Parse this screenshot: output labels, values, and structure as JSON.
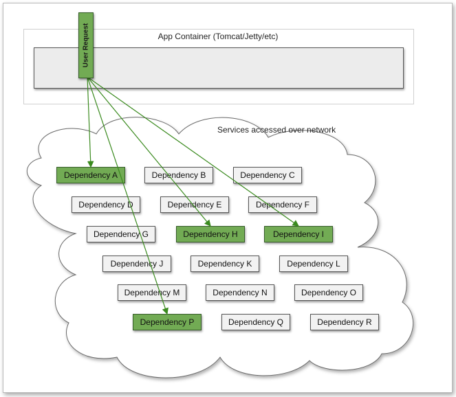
{
  "container": {
    "title": "App Container (Tomcat/Jetty/etc)"
  },
  "user_request": {
    "label": "User Request"
  },
  "services": {
    "label": "Services accessed over network"
  },
  "colors": {
    "active": "#72ab54",
    "inactive": "#f2f2f2",
    "arrow": "#3a8a1e"
  },
  "dependencies": [
    {
      "label": "Dependency A",
      "active": true
    },
    {
      "label": "Dependency B",
      "active": false
    },
    {
      "label": "Dependency C",
      "active": false
    },
    {
      "label": "Dependency D",
      "active": false
    },
    {
      "label": "Dependency E",
      "active": false
    },
    {
      "label": "Dependency F",
      "active": false
    },
    {
      "label": "Dependency G",
      "active": false
    },
    {
      "label": "Dependency H",
      "active": true
    },
    {
      "label": "Dependency I",
      "active": true
    },
    {
      "label": "Dependency J",
      "active": false
    },
    {
      "label": "Dependency K",
      "active": false
    },
    {
      "label": "Dependency L",
      "active": false
    },
    {
      "label": "Dependency M",
      "active": false
    },
    {
      "label": "Dependency N",
      "active": false
    },
    {
      "label": "Dependency O",
      "active": false
    },
    {
      "label": "Dependency P",
      "active": true
    },
    {
      "label": "Dependency Q",
      "active": false
    },
    {
      "label": "Dependency R",
      "active": false
    }
  ]
}
